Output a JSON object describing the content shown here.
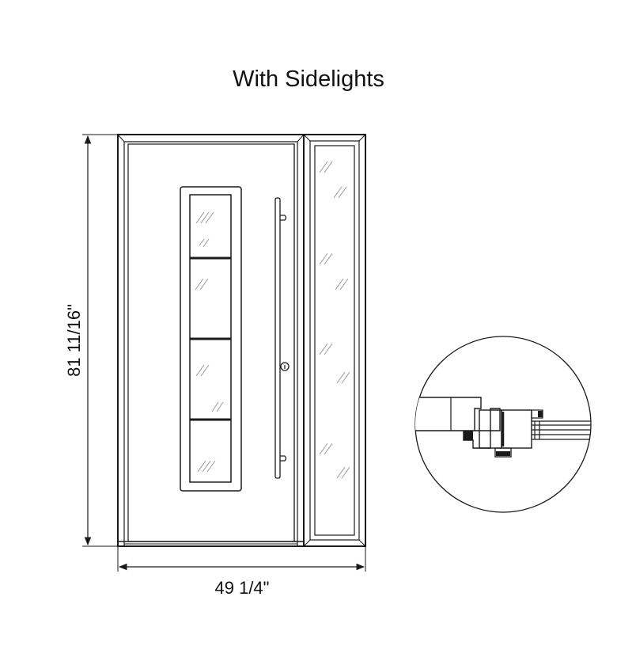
{
  "title": "With Sidelights",
  "dimensions": {
    "height_label": "81 11/16\"",
    "width_label": "49 1/4\""
  },
  "glass_panes_in_door": 4,
  "components": {
    "door": "main-door",
    "sidelight": "sidelight-panel",
    "detail": "frame-profile-section"
  }
}
